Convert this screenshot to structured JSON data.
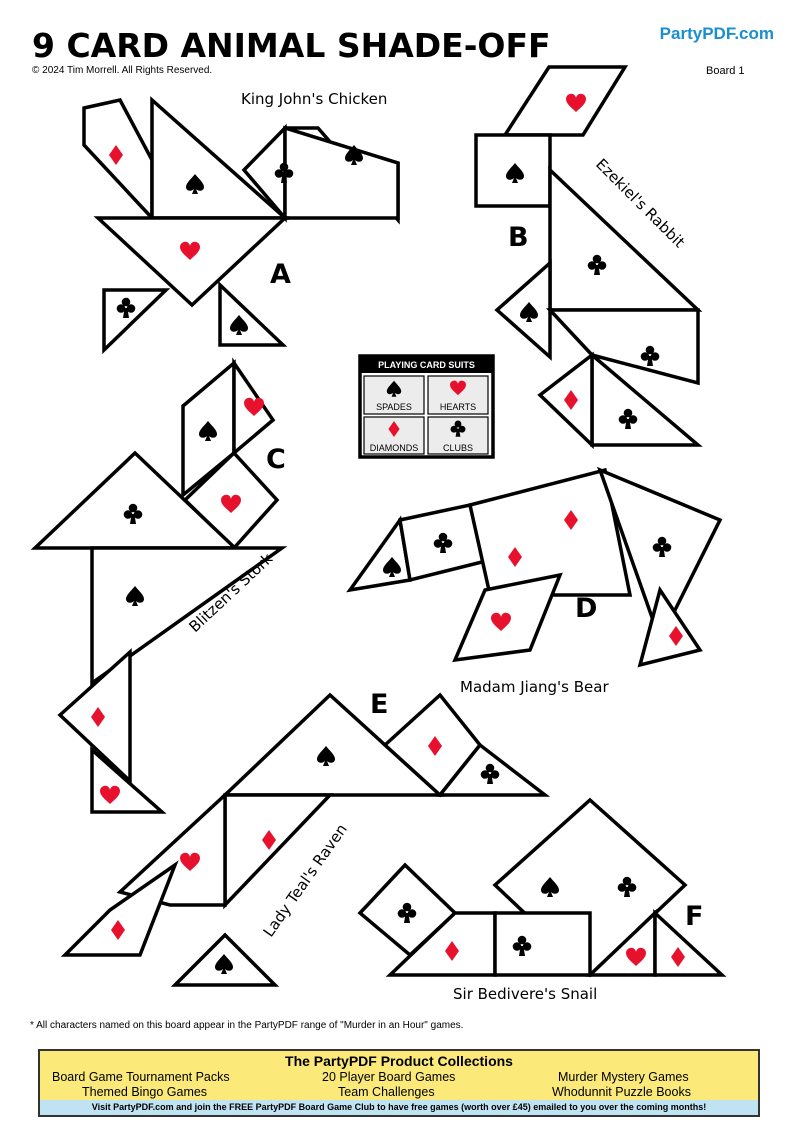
{
  "header": {
    "title": "9 CARD ANIMAL SHADE-OFF",
    "brand": "PartyPDF.com",
    "copyright": "© 2024 Tim Morrell. All Rights Reserved.",
    "board": "Board 1"
  },
  "animals": {
    "a": {
      "letter": "A",
      "name": "King John's Chicken"
    },
    "b": {
      "letter": "B",
      "name": "Ezekiel's Rabbit"
    },
    "c": {
      "letter": "C",
      "name": "Blitzen's Stork"
    },
    "d": {
      "letter": "D",
      "name": "Madam Jiang's Bear"
    },
    "e": {
      "letter": "E",
      "name": "Lady Teal's Raven"
    },
    "f": {
      "letter": "F",
      "name": "Sir Bedivere's Snail"
    }
  },
  "legend": {
    "title": "PLAYING CARD SUITS",
    "spades": "SPADES",
    "hearts": "HEARTS",
    "diamonds": "DIAMONDS",
    "clubs": "CLUBS"
  },
  "footnote": "* All characters named on this board appear in the PartyPDF range of \"Murder in an Hour\" games.",
  "promo": {
    "title": "The PartyPDF Product Collections",
    "items": [
      "Board Game Tournament Packs",
      "20 Player Board Games",
      "Murder Mystery Games",
      "Themed Bingo Games",
      "Team Challenges",
      "Whodunnit Puzzle Books"
    ],
    "bar": "Visit PartyPDF.com and join the FREE PartyPDF Board Game Club to have free games (worth over £45) emailed to you over the coming months!"
  },
  "colors": {
    "red_suit": "#e8112d",
    "brand": "#1a8fd0",
    "promo_bg": "#fbe97a",
    "promo_bar": "#bfe3f2"
  }
}
